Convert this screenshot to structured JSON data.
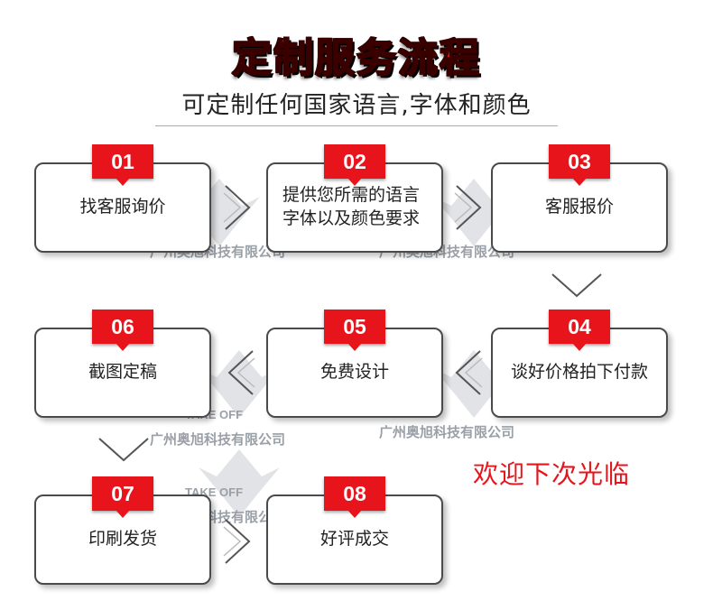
{
  "header": {
    "title": "定制服务流程",
    "subtitle": "可定制任何国家语言,字体和颜色"
  },
  "steps": [
    {
      "num": "01",
      "label": "找客服询价"
    },
    {
      "num": "02",
      "label": "提供您所需的语言\n字体以及颜色要求"
    },
    {
      "num": "03",
      "label": "客服报价"
    },
    {
      "num": "04",
      "label": "谈好价格拍下付款"
    },
    {
      "num": "05",
      "label": "免费设计"
    },
    {
      "num": "06",
      "label": "截图定稿"
    },
    {
      "num": "07",
      "label": "印刷发货"
    },
    {
      "num": "08",
      "label": "好评成交"
    }
  ],
  "watermark": {
    "brand": "TAKE OFF",
    "company": "广州奥旭科技有限公司"
  },
  "footer": {
    "welcome": "欢迎下次光临"
  },
  "colors": {
    "accent": "#e8141c",
    "border": "#4a4a4a",
    "text": "#222222"
  }
}
